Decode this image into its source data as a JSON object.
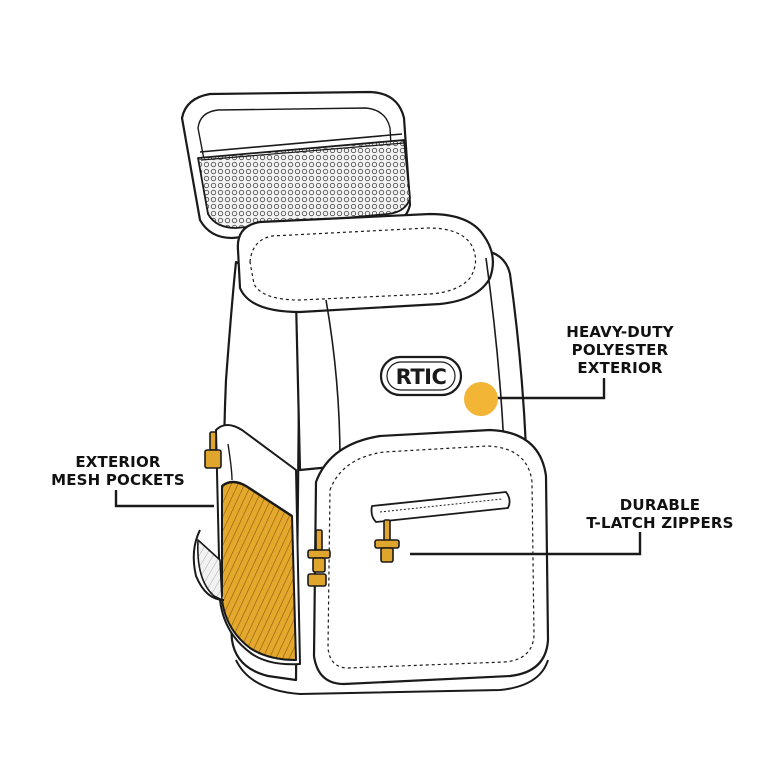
{
  "brand": {
    "logo_text": "RTIC"
  },
  "callouts": {
    "heavy_duty": {
      "lines": [
        "HEAVY-DUTY",
        "POLYESTER",
        "EXTERIOR"
      ]
    },
    "mesh_pockets": {
      "lines": [
        "EXTERIOR",
        "MESH POCKETS"
      ]
    },
    "zippers": {
      "lines": [
        "DURABLE",
        "T-LATCH ZIPPERS"
      ]
    }
  },
  "colors": {
    "accent_yellow": "#f2b535",
    "zipper_gold": "#e0a52c",
    "line": "#1a1a1a"
  }
}
